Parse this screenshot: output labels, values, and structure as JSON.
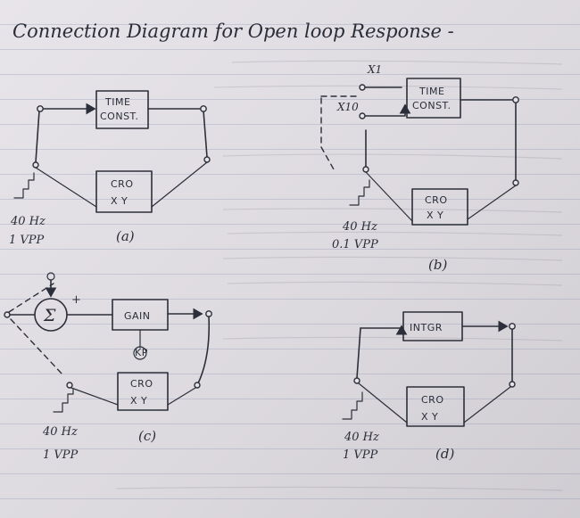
{
  "page_title": "Connection Diagram for Open loop Response -",
  "diagrams": {
    "a": {
      "block_line1": "TIME",
      "block_line2": "CONST.",
      "scope_line1": "CRO",
      "scope_line2": "X Y",
      "freq": "40 Hz",
      "amplitude": "1 VPP",
      "caption": "(a)"
    },
    "b": {
      "block_line1": "TIME",
      "block_line2": "CONST.",
      "gain_x1": "X1",
      "gain_x10": "X10",
      "scope_line1": "CRO",
      "scope_line2": "X Y",
      "freq": "40 Hz",
      "amplitude": "0.1 VPP",
      "caption": "(b)"
    },
    "c": {
      "summer_symbol": "Σ",
      "plus_sign": "+",
      "block_label": "GAIN",
      "pot_label": "KP",
      "scope_line1": "CRO",
      "scope_line2": "X Y",
      "freq": "40 Hz",
      "amplitude": "1 VPP",
      "caption": "(c)"
    },
    "d": {
      "block_label": "INTGR",
      "scope_line1": "CRO",
      "scope_line2": "X Y",
      "freq": "40 Hz",
      "amplitude": "1 VPP",
      "caption": "(d)"
    }
  }
}
